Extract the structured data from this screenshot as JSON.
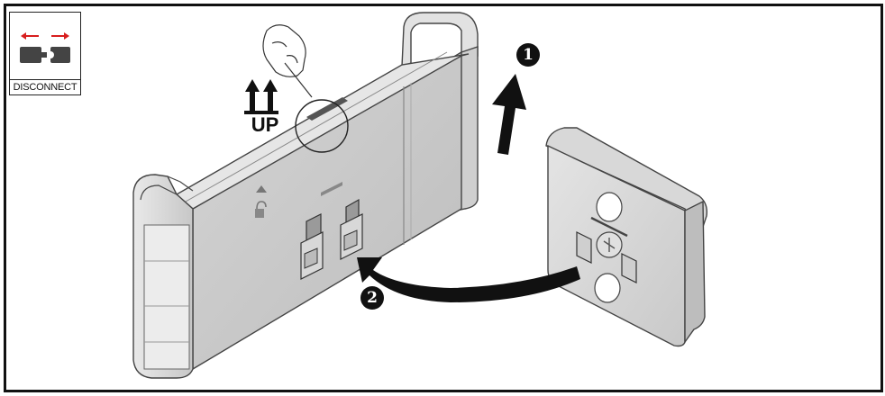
{
  "badge": {
    "icon": "disconnect-icon",
    "label": "DISCONNECT",
    "arrow_color": "#d81e1e"
  },
  "diagram": {
    "up_label": "UP",
    "steps": [
      "1",
      "2"
    ]
  }
}
